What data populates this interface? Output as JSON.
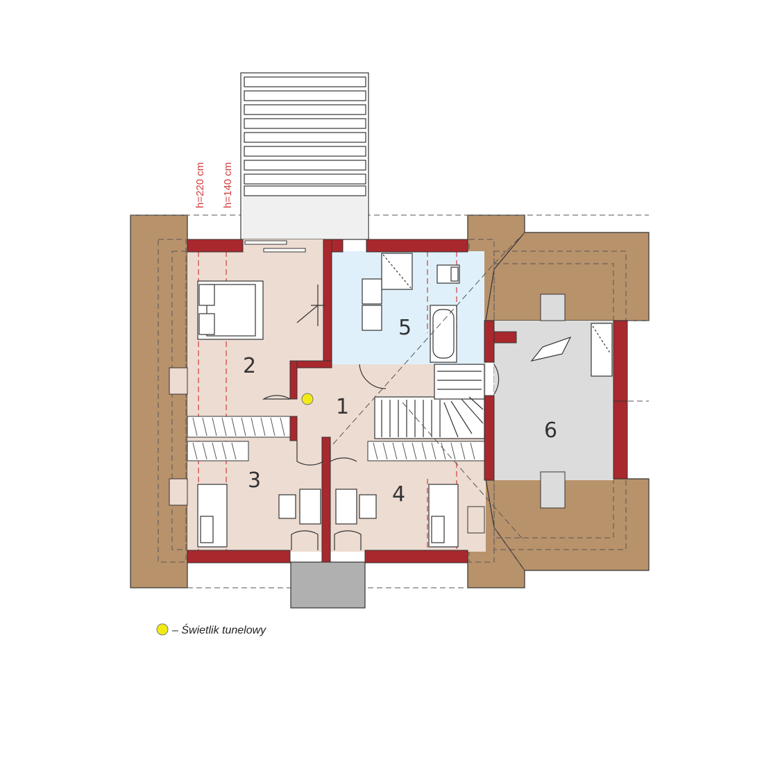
{
  "height_labels": {
    "h220": "h=220 cm",
    "h140": "h=140 cm"
  },
  "rooms": {
    "r1": "1",
    "r2": "2",
    "r3": "3",
    "r4": "4",
    "r5": "5",
    "r6": "6"
  },
  "legend": {
    "skylight_label": "– Świetlik tunelowy"
  },
  "colors": {
    "wall": "#a8282d",
    "roof": "#b8926b",
    "living_floor": "#eddcd2",
    "bathroom_floor": "#dff0fa",
    "garage_floor": "#dcdcdc",
    "height_line": "#d23c3c",
    "skylight": "#f2ea17",
    "balcony": "#b0b0b0"
  },
  "icons": {
    "skylight": "yellow-circle-icon"
  }
}
